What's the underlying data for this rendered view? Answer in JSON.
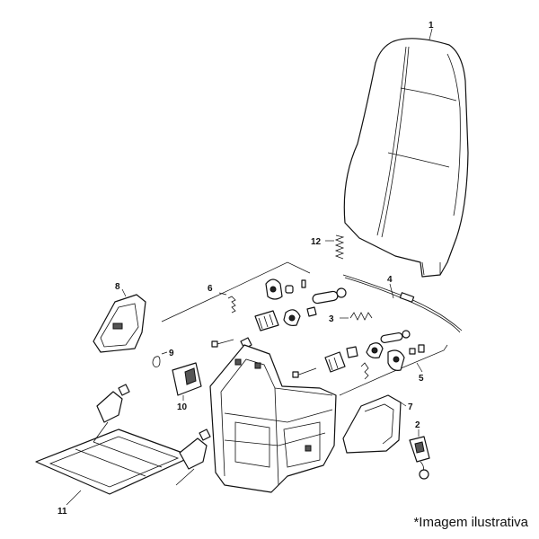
{
  "callouts": {
    "c1": "1",
    "c2": "2",
    "c3": "3",
    "c4": "4",
    "c5": "5",
    "c6": "6",
    "c7": "7",
    "c8": "8",
    "c9": "9",
    "c10": "10",
    "c11": "11",
    "c12": "12"
  },
  "caption": "*Imagem ilustrativa"
}
